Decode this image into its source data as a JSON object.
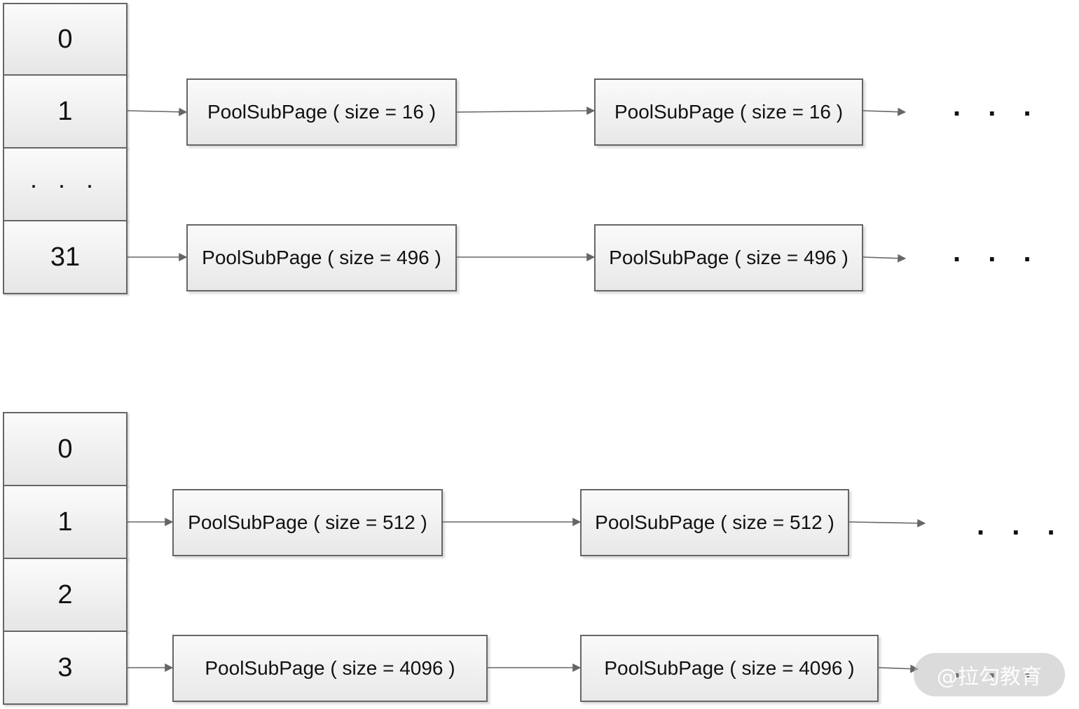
{
  "top_array": {
    "cells": [
      "0",
      "1",
      ". . .",
      "31"
    ]
  },
  "top_lists": [
    {
      "nodes": [
        "PoolSubPage ( size = 16 )",
        "PoolSubPage ( size = 16 )"
      ],
      "more": ". . ."
    },
    {
      "nodes": [
        "PoolSubPage ( size = 496 )",
        "PoolSubPage ( size = 496 )"
      ],
      "more": ". . ."
    }
  ],
  "bottom_array": {
    "cells": [
      "0",
      "1",
      "2",
      "3"
    ]
  },
  "bottom_lists": [
    {
      "nodes": [
        "PoolSubPage ( size = 512 )",
        "PoolSubPage ( size = 512 )"
      ],
      "more": ". . ."
    },
    {
      "nodes": [
        "PoolSubPage ( size = 4096 )",
        "PoolSubPage ( size = 4096 )"
      ],
      "more": ". . ."
    }
  ],
  "watermark": "@拉勾教育",
  "colors": {
    "stroke": "#666666",
    "fill_top": "#fafafa",
    "fill_bottom": "#e6e6e6"
  }
}
